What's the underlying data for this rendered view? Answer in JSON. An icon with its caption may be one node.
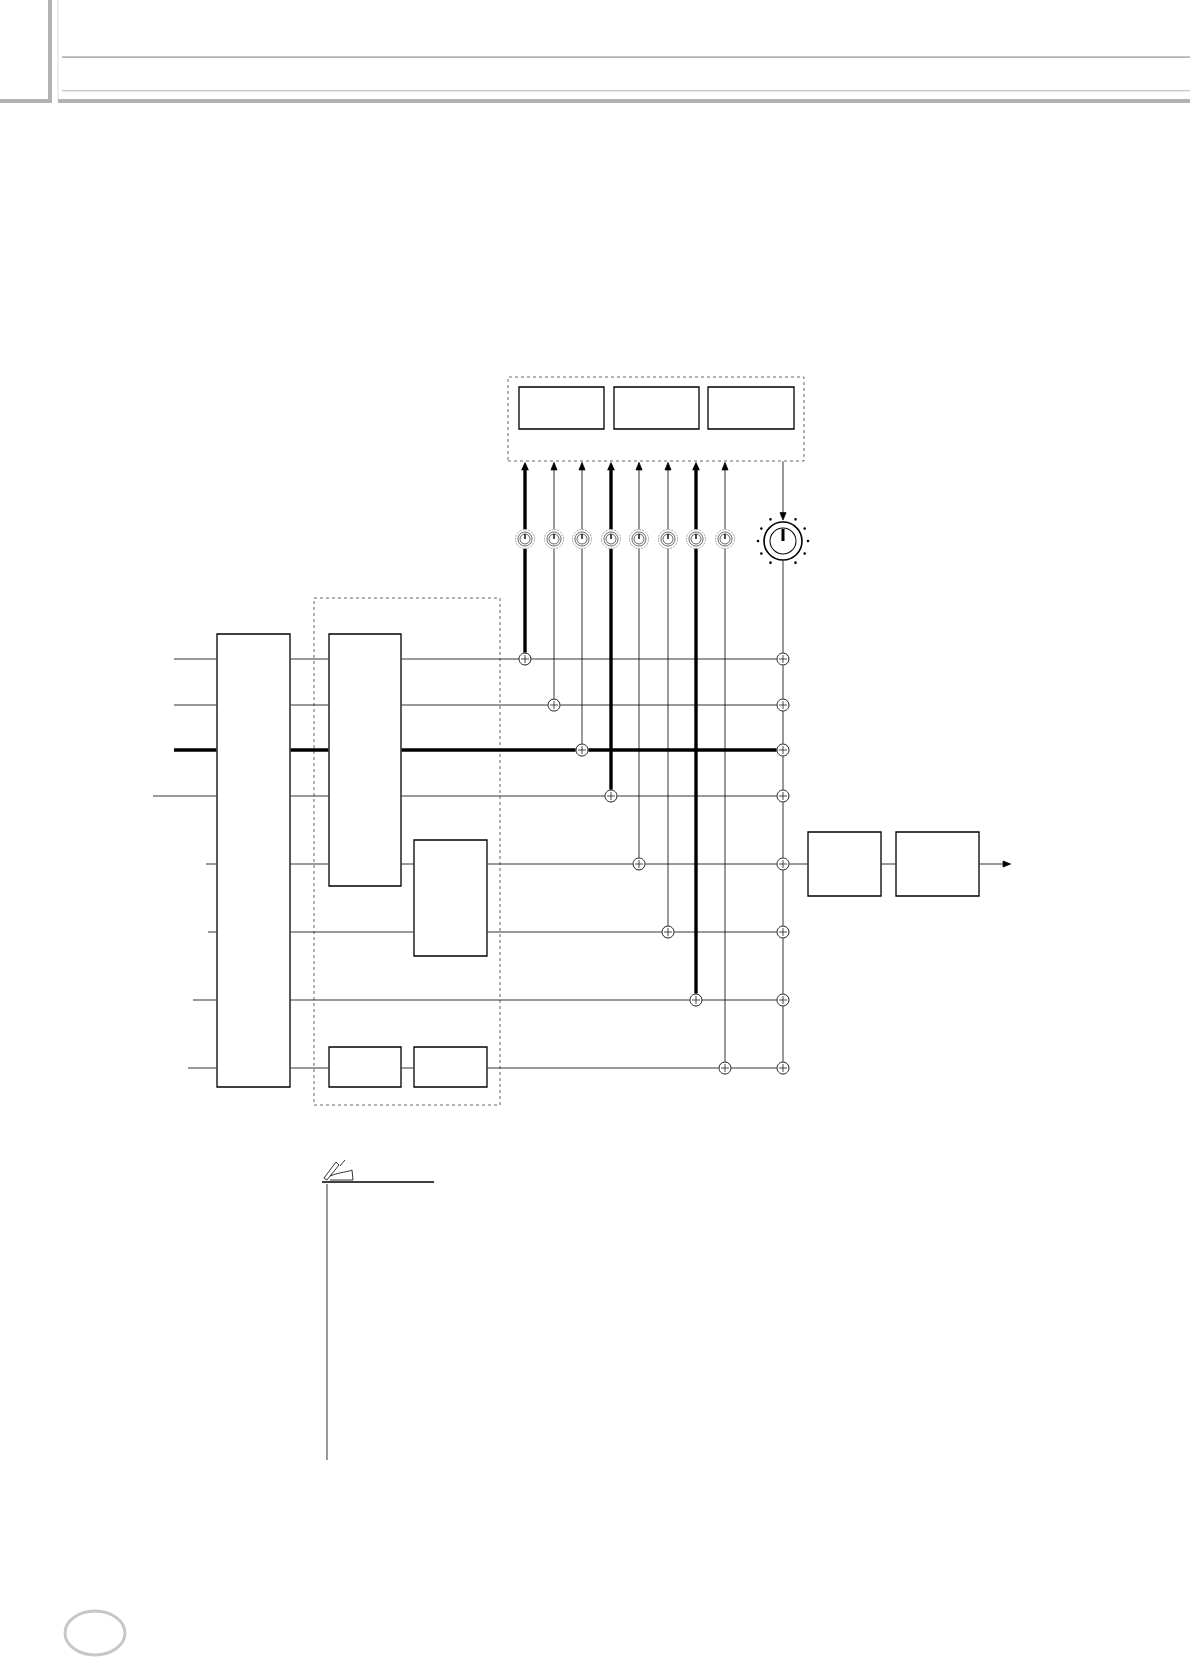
{
  "diagram": {
    "nodes": [
      {
        "text": [],
        "shape": "box"
      },
      {
        "text": [],
        "shape": "box"
      },
      {
        "text": [],
        "shape": "box",
        "in": 1
      },
      {
        "text": [],
        "shape": "box",
        "in": 1
      },
      {
        "text": [],
        "shape": "box",
        "in": 1
      },
      {
        "text": [],
        "shape": "box",
        "in": 1
      },
      {
        "text": [],
        "shape": "box"
      },
      {
        "text": [],
        "shape": "box",
        "in": 6
      },
      {
        "text": [],
        "shape": "box",
        "in": 6
      },
      {
        "text": [],
        "shape": "box",
        "in": 6
      },
      {
        "text": [],
        "shape": "knob"
      },
      {
        "text": [],
        "shape": "knob"
      },
      {
        "text": [],
        "shape": "knob"
      },
      {
        "text": [],
        "shape": "knob"
      },
      {
        "text": [],
        "shape": "knob"
      },
      {
        "text": [],
        "shape": "knob"
      },
      {
        "text": [],
        "shape": "knob"
      },
      {
        "text": [],
        "shape": "knob"
      },
      {
        "text": [],
        "shape": "knob"
      },
      {
        "text": [],
        "shape": "circle"
      },
      {
        "text": [],
        "shape": "circle"
      },
      {
        "text": [],
        "shape": "circle"
      },
      {
        "text": [],
        "shape": "circle"
      },
      {
        "text": [],
        "shape": "circle"
      },
      {
        "text": [],
        "shape": "circle"
      },
      {
        "text": [],
        "shape": "circle"
      },
      {
        "text": [],
        "shape": "circle"
      },
      {
        "text": [],
        "shape": "circle"
      },
      {
        "text": [],
        "shape": "circle"
      },
      {
        "text": [],
        "shape": "circle"
      },
      {
        "text": [],
        "shape": "circle"
      },
      {
        "text": [],
        "shape": "circle"
      },
      {
        "text": [],
        "shape": "circle"
      },
      {
        "text": [],
        "shape": "circle"
      },
      {
        "text": [],
        "shape": "circle"
      },
      {
        "text": [],
        "shape": "box"
      },
      {
        "text": [],
        "shape": "box"
      }
    ],
    "edges": [
      {
        "from": null,
        "to": 0,
        "arrow": "none"
      },
      {
        "from": null,
        "to": 0,
        "arrow": "none"
      },
      {
        "from": null,
        "to": 0,
        "arrow": "none",
        "style": "thick"
      },
      {
        "from": null,
        "to": 0,
        "arrow": "none"
      },
      {
        "from": null,
        "to": 0,
        "arrow": "none"
      },
      {
        "from": null,
        "to": 0,
        "arrow": "none"
      },
      {
        "from": null,
        "to": 0,
        "arrow": "none"
      },
      {
        "from": null,
        "to": 0,
        "arrow": "none"
      },
      {
        "from": 0,
        "to": 2,
        "arrow": "none"
      },
      {
        "from": 0,
        "to": 2,
        "arrow": "none"
      },
      {
        "from": 0,
        "to": 2,
        "arrow": "none",
        "style": "thick"
      },
      {
        "from": 0,
        "to": 2,
        "arrow": "none"
      },
      {
        "from": 0,
        "to": 2,
        "arrow": "none"
      },
      {
        "from": 0,
        "to": 3,
        "arrow": "none"
      },
      {
        "from": 0,
        "to": 25,
        "arrow": "none"
      },
      {
        "from": 0,
        "to": 4,
        "arrow": "none"
      },
      {
        "from": 4,
        "to": 5,
        "arrow": "none"
      },
      {
        "from": 2,
        "to": 3,
        "arrow": "none"
      },
      {
        "from": 2,
        "to": 19,
        "arrow": "none"
      },
      {
        "from": 2,
        "to": 20,
        "arrow": "none"
      },
      {
        "from": 2,
        "to": 21,
        "arrow": "none",
        "style": "thick"
      },
      {
        "from": 2,
        "to": 22,
        "arrow": "none"
      },
      {
        "from": 3,
        "to": 23,
        "arrow": "none"
      },
      {
        "from": 3,
        "to": 24,
        "arrow": "none"
      },
      {
        "from": 5,
        "to": 26,
        "arrow": "none"
      },
      {
        "from": 19,
        "to": 27,
        "arrow": "none"
      },
      {
        "from": 20,
        "to": 28,
        "arrow": "none"
      },
      {
        "from": 21,
        "to": 29,
        "arrow": "none",
        "style": "thick"
      },
      {
        "from": 22,
        "to": 30,
        "arrow": "none"
      },
      {
        "from": 23,
        "to": 31,
        "arrow": "none"
      },
      {
        "from": 24,
        "to": 32,
        "arrow": "none"
      },
      {
        "from": 25,
        "to": 33,
        "arrow": "none"
      },
      {
        "from": 26,
        "to": 34,
        "arrow": "none"
      },
      {
        "from": 19,
        "to": 10,
        "arrow": "none",
        "style": "thick"
      },
      {
        "from": 20,
        "to": 11,
        "arrow": "none"
      },
      {
        "from": 21,
        "to": 12,
        "arrow": "none"
      },
      {
        "from": 22,
        "to": 13,
        "arrow": "none",
        "style": "thick"
      },
      {
        "from": 23,
        "to": 14,
        "arrow": "none"
      },
      {
        "from": 24,
        "to": 15,
        "arrow": "none"
      },
      {
        "from": 25,
        "to": 16,
        "arrow": "none",
        "style": "thick"
      },
      {
        "from": 26,
        "to": 17,
        "arrow": "none"
      },
      {
        "from": 10,
        "to": 6,
        "arrow": "to",
        "style": "thick"
      },
      {
        "from": 11,
        "to": 6,
        "arrow": "to"
      },
      {
        "from": 12,
        "to": 6,
        "arrow": "to"
      },
      {
        "from": 13,
        "to": 6,
        "arrow": "to",
        "style": "thick"
      },
      {
        "from": 14,
        "to": 6,
        "arrow": "to"
      },
      {
        "from": 15,
        "to": 6,
        "arrow": "to"
      },
      {
        "from": 16,
        "to": 6,
        "arrow": "to",
        "style": "thick"
      },
      {
        "from": 17,
        "to": 6,
        "arrow": "to"
      },
      {
        "from": 6,
        "to": 18,
        "arrow": "to"
      },
      {
        "from": 18,
        "to": 27,
        "arrow": "none"
      },
      {
        "from": 27,
        "to": 28,
        "arrow": "none"
      },
      {
        "from": 28,
        "to": 29,
        "arrow": "none"
      },
      {
        "from": 29,
        "to": 30,
        "arrow": "none"
      },
      {
        "from": 30,
        "to": 31,
        "arrow": "none"
      },
      {
        "from": 31,
        "to": 32,
        "arrow": "none"
      },
      {
        "from": 32,
        "to": 33,
        "arrow": "none"
      },
      {
        "from": 33,
        "to": 34,
        "arrow": "none"
      },
      {
        "from": 31,
        "to": 35,
        "arrow": "none"
      },
      {
        "from": 35,
        "to": 36,
        "arrow": "none"
      },
      {
        "from": 36,
        "to": null,
        "arrow": "to"
      }
    ]
  }
}
